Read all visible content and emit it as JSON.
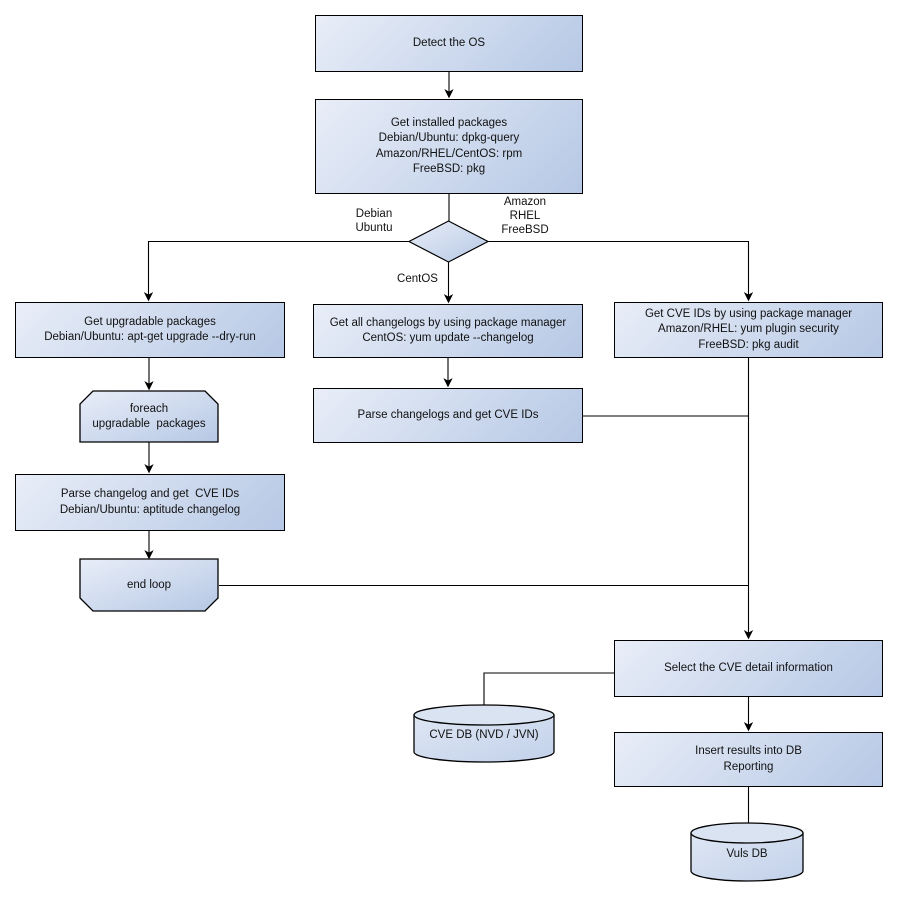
{
  "colors": {
    "node_fill_start": "#e9eef8",
    "node_fill_end": "#b6c8e5",
    "cylinder_fill_start": "#dee6f3",
    "cylinder_fill_end": "#c2d1ea",
    "border": "#000000",
    "background": "#ffffff",
    "text": "#111111"
  },
  "nodes": {
    "detect_os": {
      "label": "Detect the OS"
    },
    "get_installed_packages": {
      "label": "Get installed packages\nDebian/Ubuntu: dpkg-query\nAmazon/RHEL/CentOS: rpm\nFreeBSD: pkg"
    },
    "get_upgradable_packages": {
      "label": "Get upgradable packages\nDebian/Ubuntu: apt-get upgrade --dry-run"
    },
    "foreach_loop": {
      "label": "foreach\nupgradable  packages"
    },
    "parse_changelog_debian": {
      "label": "Parse changelog and get  CVE IDs\nDebian/Ubuntu: aptitude changelog"
    },
    "end_loop": {
      "label": "end loop"
    },
    "get_all_changelogs": {
      "label": "Get all changelogs by using package manager\nCentOS: yum update --changelog"
    },
    "parse_changelogs_centos": {
      "label": "Parse changelogs and get CVE IDs"
    },
    "get_cve_ids": {
      "label": "Get CVE IDs by using package manager\nAmazon/RHEL: yum plugin security\nFreeBSD: pkg audit"
    },
    "select_cve_detail": {
      "label": "Select the CVE detail information"
    },
    "cve_db": {
      "label": "CVE DB (NVD / JVN)"
    },
    "insert_results": {
      "label": "Insert results into DB\nReporting"
    },
    "vuls_db": {
      "label": "Vuls DB"
    }
  },
  "edge_labels": {
    "debian_ubuntu": "Debian\nUbuntu",
    "amazon_rhel_freebsd": "Amazon\nRHEL\nFreeBSD",
    "centos": "CentOS"
  }
}
